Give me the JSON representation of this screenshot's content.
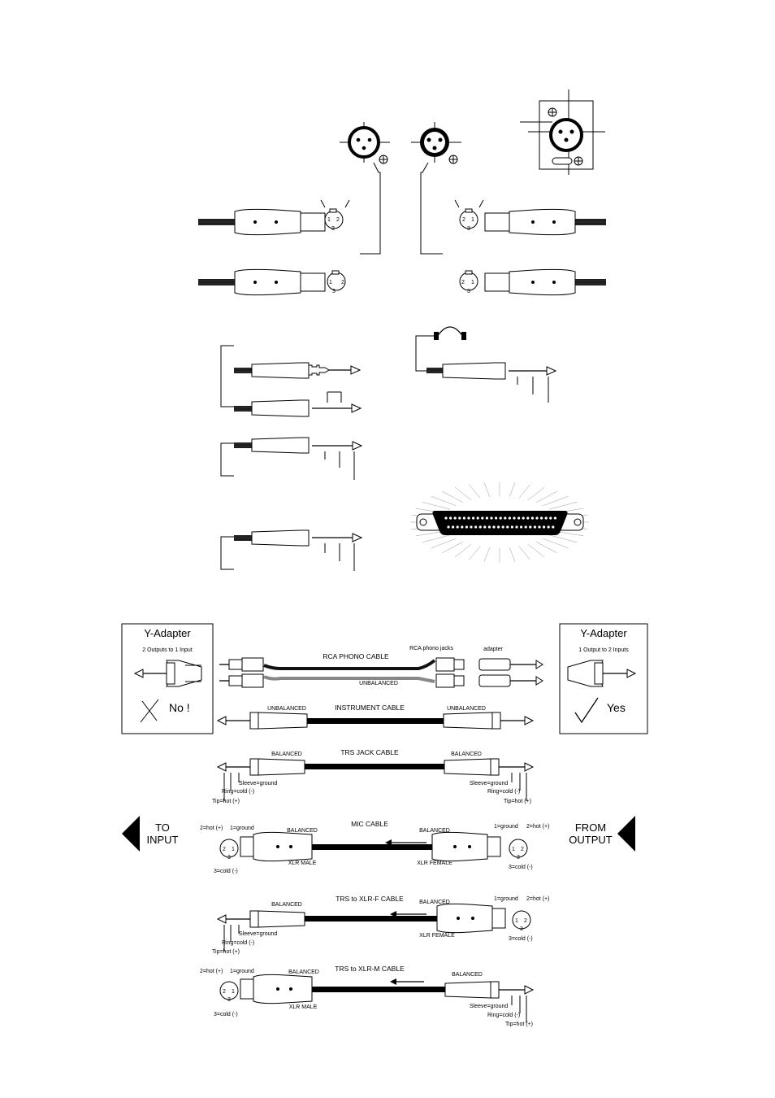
{
  "left_panel": {
    "title": "Y-Adapter",
    "subtitle": "2 Outputs to 1 Input",
    "verdict": "No !"
  },
  "right_panel": {
    "title": "Y-Adapter",
    "subtitle": "1 Output to 2 Inputs",
    "verdict": "Yes"
  },
  "rca_cable": {
    "title": "RCA PHONO CABLE",
    "type": "UNBALANCED",
    "jacks_label": "RCA phono jacks",
    "adapter_label": "adapter"
  },
  "instrument_cable": {
    "title": "INSTRUMENT CABLE",
    "left_type": "UNBALANCED",
    "right_type": "UNBALANCED"
  },
  "trs_cable": {
    "title": "TRS JACK CABLE",
    "left_type": "BALANCED",
    "right_type": "BALANCED",
    "sleeve": "Sleeve=ground",
    "ring": "Ring=cold (-)",
    "tip": "Tip=hot (+)"
  },
  "mic_cable": {
    "title": "MIC CABLE",
    "left_type": "BALANCED",
    "right_type": "BALANCED",
    "xlr_male": "XLR MALE",
    "xlr_female": "XLR FEMALE",
    "pin1": "1=ground",
    "pin2": "2=hot (+)",
    "pin3": "3=cold (-)"
  },
  "trs_xlrf_cable": {
    "title": "TRS to XLR-F CABLE",
    "left_type": "BALANCED",
    "right_type": "BALANCED",
    "xlr_female": "XLR FEMALE"
  },
  "trs_xlrm_cable": {
    "title": "TRS to XLR-M CABLE",
    "left_type": "BALANCED",
    "right_type": "BALANCED",
    "xlr_male": "XLR MALE"
  },
  "to_input": {
    "line1": "TO",
    "line2": "INPUT"
  },
  "from_output": {
    "line1": "FROM",
    "line2": "OUTPUT"
  },
  "pin_labels": {
    "p1": "1",
    "p2": "2",
    "p3": "3"
  }
}
